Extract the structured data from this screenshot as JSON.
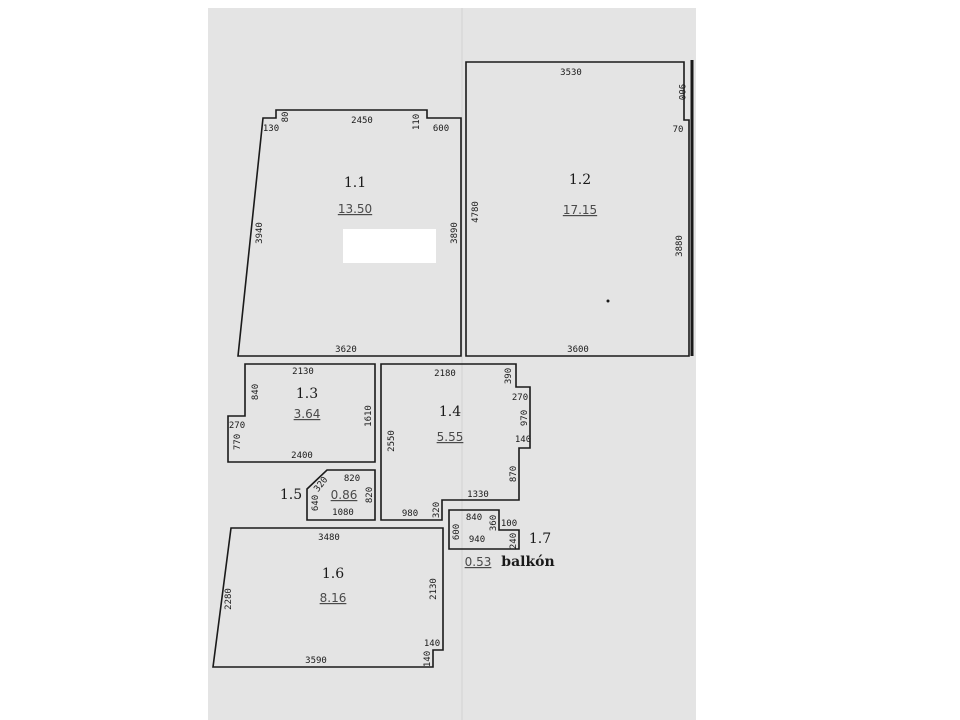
{
  "colors": {
    "paper": "#e4e4e4",
    "ink": "#1a1a1a",
    "area": "#4a4a4a",
    "redaction": "#ffffff"
  },
  "rooms": {
    "r11": {
      "id": "1.1",
      "area": "13.50"
    },
    "r12": {
      "id": "1.2",
      "area": "17.15"
    },
    "r13": {
      "id": "1.3",
      "area": "3.64"
    },
    "r14": {
      "id": "1.4",
      "area": "5.55"
    },
    "r15": {
      "id": "1.5",
      "area": "0.86"
    },
    "r16": {
      "id": "1.6",
      "area": "8.16"
    },
    "r17": {
      "id": "1.7",
      "area": "0.53",
      "label": "balkón"
    }
  },
  "dims": {
    "r11": {
      "d130": "130",
      "d80": "80",
      "d2450": "2450",
      "d110": "110",
      "d600": "600",
      "d3940": "3940",
      "d3890": "3890",
      "d3620": "3620"
    },
    "r12": {
      "d3530": "3530",
      "d900": "900",
      "d70": "70",
      "d4780": "4780",
      "d3880": "3880",
      "d3600": "3600"
    },
    "r13": {
      "d2130": "2130",
      "d840": "840",
      "d270": "270",
      "d770": "770",
      "d1610": "1610",
      "d2400": "2400"
    },
    "r14": {
      "d2180": "2180",
      "d390": "390",
      "d270": "270",
      "d970": "970",
      "d140": "140",
      "d2550": "2550",
      "d870": "870",
      "d1330": "1330",
      "d980": "980",
      "d320": "320"
    },
    "r15": {
      "d320": "320",
      "d820t": "820",
      "d640": "640",
      "d820r": "820",
      "d1080": "1080"
    },
    "r16": {
      "d3480": "3480",
      "d2280": "2280",
      "d2130": "2130",
      "d140a": "140",
      "d3590": "3590",
      "d140b": "140"
    },
    "r17": {
      "d840": "840",
      "d360": "360",
      "d100": "100",
      "d600": "600",
      "d940": "940",
      "d240": "240"
    }
  }
}
